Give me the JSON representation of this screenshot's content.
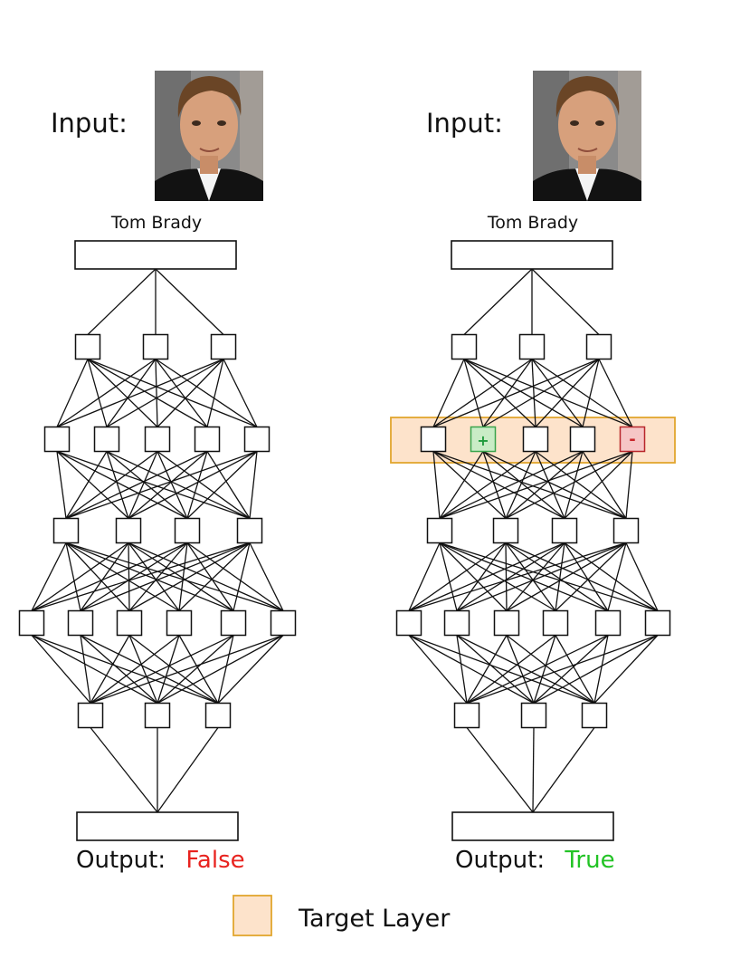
{
  "input_label": "Input:",
  "input_image": "face-photo-portrait",
  "left_panel": {
    "class_label": "Tom Brady",
    "output_label": "Output:",
    "output_value": "False",
    "output_color": "#e8231f"
  },
  "right_panel": {
    "class_label": "Tom Brady",
    "output_label": "Output:",
    "output_value": "True",
    "output_color": "#22c325",
    "plus_sign": "+",
    "minus_sign": "-",
    "highlight_color": "#fde3cb",
    "highlight_border": "#e2a52e"
  },
  "network": {
    "layers": [
      3,
      5,
      4,
      6,
      3
    ]
  },
  "legend": {
    "label": "Target Layer",
    "color": "#fde3cb",
    "border": "#e2a52e"
  }
}
